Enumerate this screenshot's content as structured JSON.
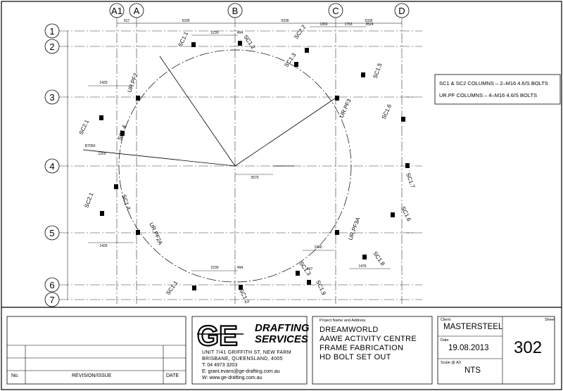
{
  "grid": {
    "columns": [
      "A1",
      "A",
      "B",
      "C",
      "D"
    ],
    "rows": [
      "1",
      "2",
      "3",
      "4",
      "5",
      "6",
      "7"
    ],
    "top_dims": [
      "917",
      "5335",
      "5335",
      "5335"
    ]
  },
  "column_labels": [
    "SC1.1",
    "SC1.2",
    "SC2.2",
    "SC1.3",
    "SC1.5",
    "UR.PF2",
    "UR.PF3",
    "SC1.6",
    "SC2.1",
    "SC1.4",
    "SC1.7",
    "SC2.1",
    "SC1.4",
    "UR.PF2A",
    "UR.PF3A",
    "SC1.6",
    "SC1.8",
    "SC1.3",
    "SC1.9",
    "SC1.1",
    "SC1.2"
  ],
  "dimensions": {
    "top_left": "2230",
    "top_mid": "494",
    "top_right_a": "1363",
    "top_right_b": "1763",
    "top_right_c": "3524",
    "radius": "R7050",
    "centre_offset": "3570",
    "left_a": "1429",
    "left_b": "1200",
    "bottom_left": "2230",
    "bottom_mid": "494",
    "bottom_right_a": "1990",
    "bottom_right_b": "1476",
    "bottom_right_c": "467"
  },
  "notes": {
    "line1": "SC1 & SC2 COLUMNS – 2–M16 4.6/S BOLTS",
    "line2": "UR.PF COLUMNS – 4–M16 4.6/S BOLTS"
  },
  "revision_table": {
    "no_label": "No.",
    "revision_label": "REVISION/ISSUE",
    "date_label": "DATE"
  },
  "company": {
    "logo_text": "GE",
    "name_line1": "DRAFTING",
    "name_line2": "SERVICES",
    "address1": "UNIT 7/41 GRIFFITH ST, NEW FARM",
    "address2": "BRISBANE, QUEENSLAND, 4005",
    "phone": "T:  04 4973 3203",
    "email": "E:  grant.evans@ge-drafting.com.au",
    "web": "W:  www.ge-drafting.com.au"
  },
  "project": {
    "label": "Project Name and Address",
    "line1": "DREAMWORLD",
    "line2": "AAWE ACTIVITY CENTRE",
    "line3": "FRAME FABRICATION",
    "line4": "HD BOLT SET OUT"
  },
  "client": {
    "label": "Client",
    "value": "MASTERSTEEL"
  },
  "date": {
    "label": "Date",
    "value": "19.08.2013"
  },
  "scale": {
    "label": "Scale @ A3",
    "value": "NTS"
  },
  "sheet": {
    "label": "Sheet",
    "value": "302"
  }
}
